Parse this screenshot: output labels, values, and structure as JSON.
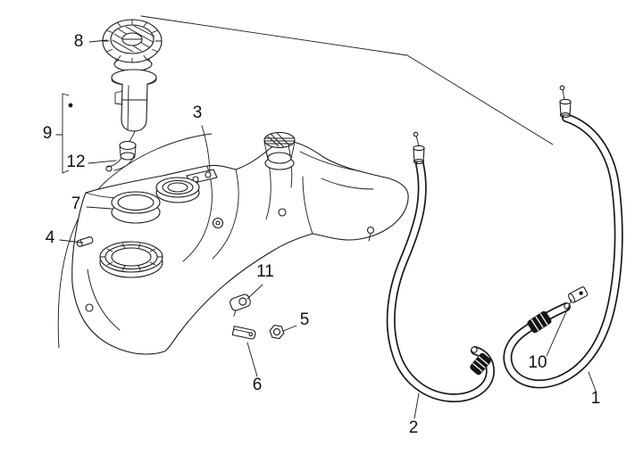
{
  "figure": {
    "kind": "exploded-parts-diagram",
    "subject": "scooter-fuel-tank-assembly",
    "background": "#ffffff",
    "line_color": "#1a1a1a",
    "callouts": [
      {
        "label": "8"
      },
      {
        "label": "9"
      },
      {
        "label": "12"
      },
      {
        "label": "3"
      },
      {
        "label": "7"
      },
      {
        "label": "4"
      },
      {
        "label": "11"
      },
      {
        "label": "5"
      },
      {
        "label": "6"
      },
      {
        "label": "2"
      },
      {
        "label": "10"
      },
      {
        "label": "1"
      }
    ]
  }
}
